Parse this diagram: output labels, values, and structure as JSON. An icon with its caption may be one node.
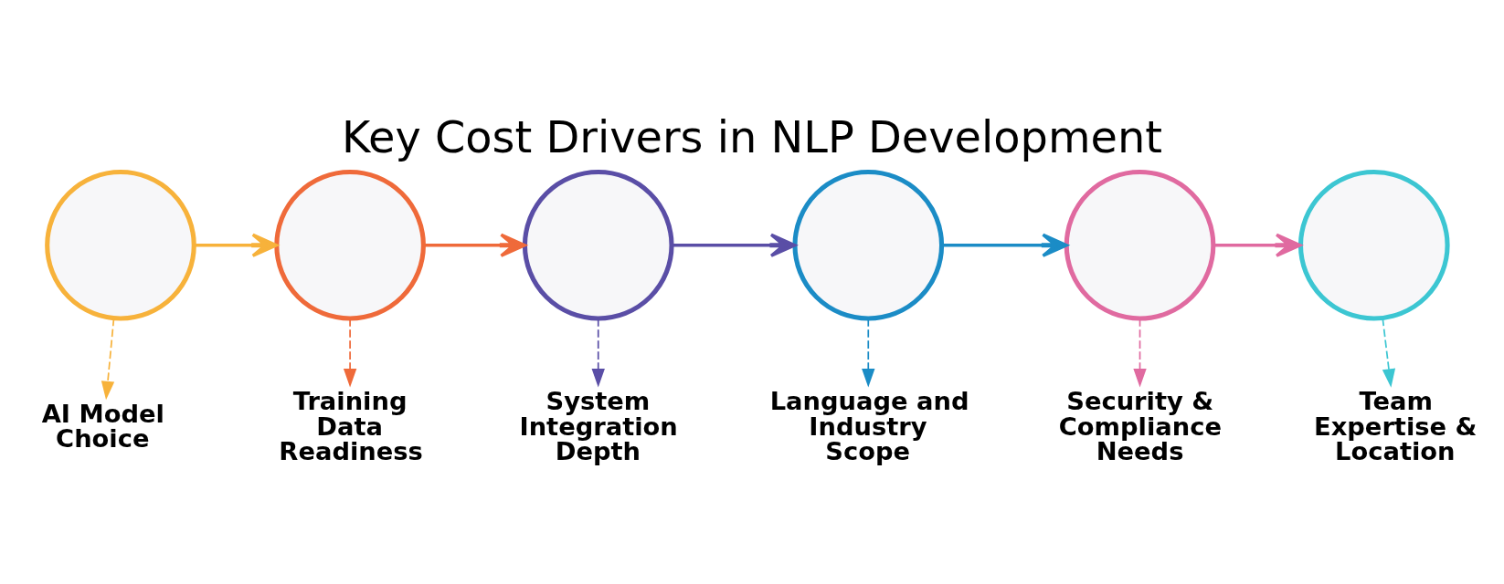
{
  "diagram": {
    "title": "Key Cost Drivers in NLP Development",
    "nodes": [
      {
        "text": [],
        "shape": "circle"
      },
      {
        "text": [],
        "shape": "circle"
      },
      {
        "text": [],
        "shape": "circle"
      },
      {
        "text": [],
        "shape": "circle"
      },
      {
        "text": [],
        "shape": "circle"
      },
      {
        "text": [],
        "shape": "circle"
      },
      {
        "text": [
          "AI Model Choice"
        ]
      },
      {
        "text": [
          "Training Data Readiness"
        ]
      },
      {
        "text": [
          "System Integration Depth"
        ]
      },
      {
        "text": [
          "Language and Industry Scope"
        ]
      },
      {
        "text": [
          "Security & Compliance Needs"
        ]
      },
      {
        "text": [
          "Team Expertise & Location"
        ]
      }
    ],
    "edges": [
      {
        "from": 0,
        "to": 1,
        "arrow": "to",
        "color": "#f7b23b"
      },
      {
        "from": 1,
        "to": 2,
        "arrow": "to",
        "color": "#ef6a3a"
      },
      {
        "from": 2,
        "to": 3,
        "arrow": "to",
        "color": "#5a4ea6"
      },
      {
        "from": 3,
        "to": 4,
        "arrow": "to",
        "color": "#1b8cc6"
      },
      {
        "from": 4,
        "to": 5,
        "arrow": "to",
        "color": "#e06aa0"
      },
      {
        "from": 0,
        "to": 6,
        "arrow": "to",
        "style": "dashed",
        "color": "#f7b23b"
      },
      {
        "from": 1,
        "to": 7,
        "arrow": "to",
        "style": "dashed",
        "color": "#ef6a3a"
      },
      {
        "from": 2,
        "to": 8,
        "arrow": "to",
        "style": "dashed",
        "color": "#5a4ea6"
      },
      {
        "from": 3,
        "to": 9,
        "arrow": "to",
        "style": "dashed",
        "color": "#1b8cc6"
      },
      {
        "from": 4,
        "to": 10,
        "arrow": "to",
        "style": "dashed",
        "color": "#e06aa0"
      },
      {
        "from": 5,
        "to": 11,
        "arrow": "to",
        "style": "dashed",
        "color": "#3cc6d2"
      }
    ]
  }
}
